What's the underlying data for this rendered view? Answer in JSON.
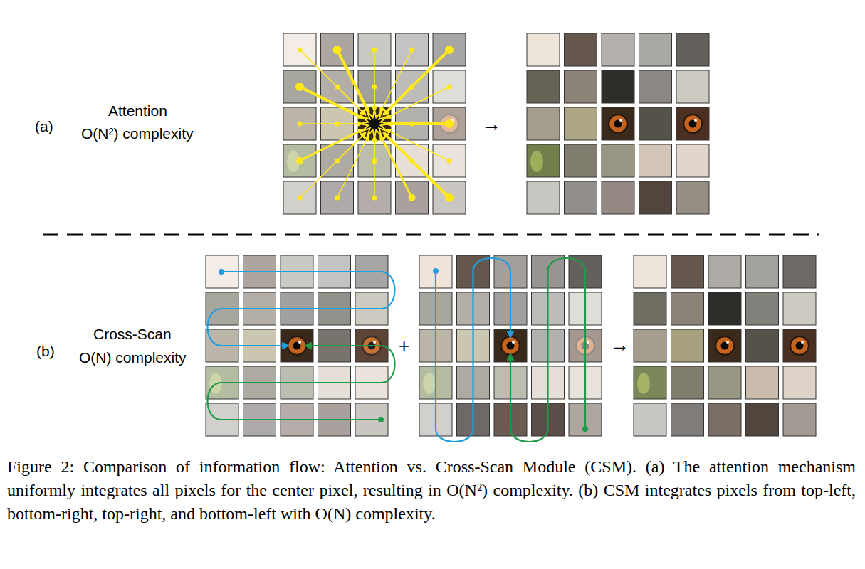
{
  "diagram": {
    "caption": "Figure 2: Comparison of information flow: Attention vs. Cross-Scan Module (CSM). (a) The attention mechanism uniformly integrates all pixels for the center pixel, resulting in O(N²) complexity. (b) CSM integrates pixels from top-left, bottom-right, top-right, and bottom-left with O(N) complexity.",
    "labels": [
      "(a)",
      "Attention",
      "O(N²) complexity",
      "→",
      "(b)",
      "Cross-Scan",
      "O(N) complexity",
      "+",
      "→"
    ]
  }
}
